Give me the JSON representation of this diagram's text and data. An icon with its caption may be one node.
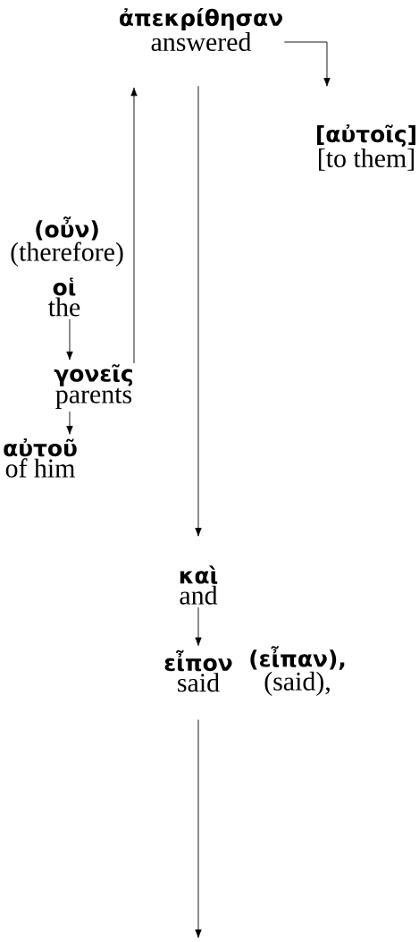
{
  "diagram": {
    "nodes": [
      {
        "text": [
          "ἀπεκρίθησαν",
          "answered"
        ]
      },
      {
        "text": [
          "[αὐτοῖς]",
          "[to them]"
        ]
      },
      {
        "text": [
          "(οὖν)",
          "(therefore)"
        ]
      },
      {
        "text": [
          "οἱ",
          "the"
        ]
      },
      {
        "text": [
          "γονεῖς",
          "parents"
        ]
      },
      {
        "text": [
          "αὐτοῦ",
          "of him"
        ]
      },
      {
        "text": [
          "καὶ",
          "and"
        ]
      },
      {
        "text": [
          "εἶπον",
          "said"
        ]
      },
      {
        "text": [
          "(εἶπαν),",
          "(said),"
        ]
      }
    ],
    "edges": [
      {
        "from": 0,
        "to": 1,
        "arrow": "to"
      },
      {
        "from": 4,
        "to": 0,
        "arrow": "to"
      },
      {
        "from": 0,
        "to": 6,
        "arrow": "to"
      },
      {
        "from": 3,
        "to": 4,
        "arrow": "to"
      },
      {
        "from": 4,
        "to": 5,
        "arrow": "to"
      },
      {
        "from": 6,
        "to": 7,
        "arrow": "to"
      },
      {
        "from": 7,
        "to": null,
        "arrow": "to"
      }
    ]
  }
}
